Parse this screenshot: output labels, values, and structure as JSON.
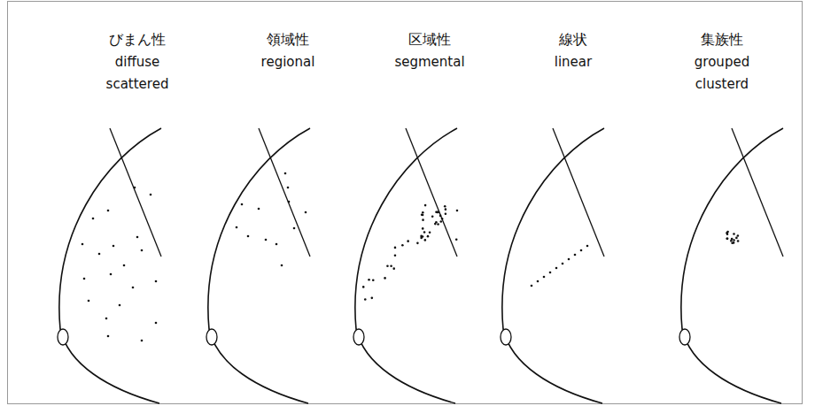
{
  "diagram": {
    "labels": [
      "びまん性",
      "diffuse",
      "scattered",
      "領域性",
      "regional",
      "区域性",
      "segmental",
      "線状",
      "linear",
      "集族性",
      "grouped",
      "clusterd"
    ]
  }
}
